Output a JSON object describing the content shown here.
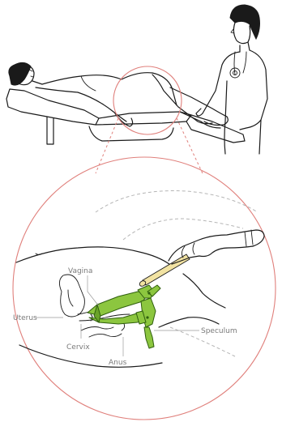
{
  "figure": {
    "labels": {
      "vagina": "Vagina",
      "uterus": "Uterus",
      "cervix": "Cervix",
      "anus": "Anus",
      "speculum": "Speculum"
    },
    "colors": {
      "magnifier": "#e0807c",
      "speculum": "#8cc63f",
      "speculum_outline": "#2f5e0e",
      "label_text": "#7a7a7a",
      "line_art": "#1a1a1a"
    }
  }
}
